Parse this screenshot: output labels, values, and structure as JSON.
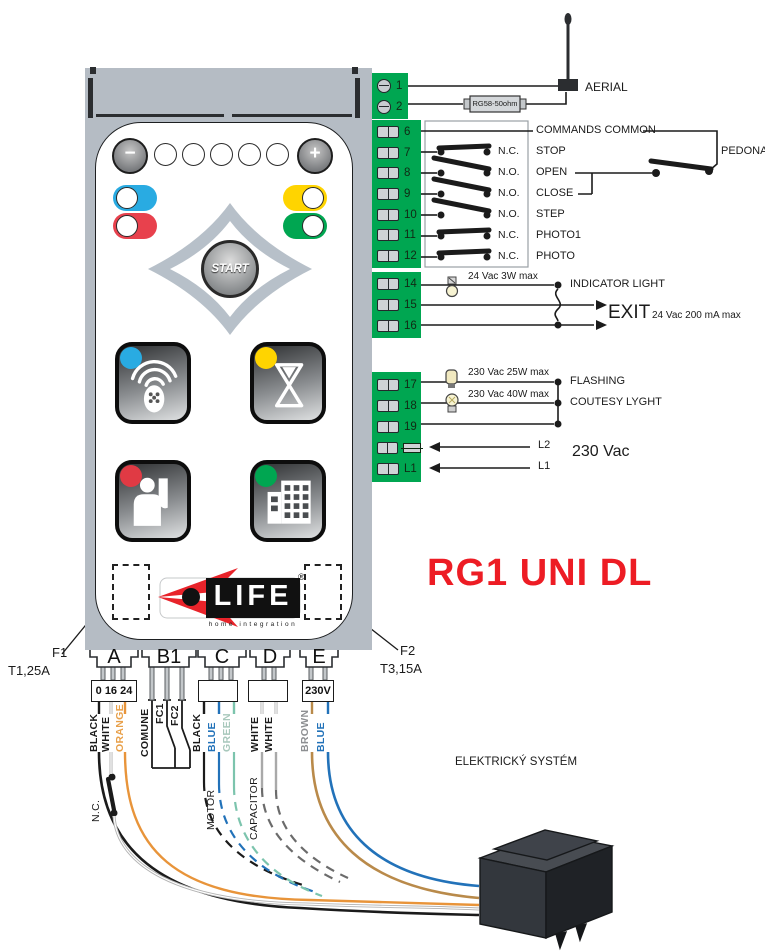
{
  "model_label": "RG1 UNI DL",
  "colors": {
    "terminal_green": "#00a651",
    "model_red": "#ed1c24",
    "body_gray": "#b5bcc4",
    "dot_blue": "#29abe2",
    "dot_yellow": "#ffd400",
    "dot_red": "#e03a44",
    "dot_green": "#00a651",
    "wire_orange": "#e8943a",
    "wire_blue": "#2272b9",
    "wire_green": "#7cc4ad",
    "wire_brown": "#b98a4a"
  },
  "aerial": {
    "label": "AERIAL",
    "cable": "RG58-50ohm",
    "terminals": [
      "1",
      "2"
    ]
  },
  "commands": {
    "terminals": [
      "6",
      "7",
      "8",
      "9",
      "10",
      "11",
      "12"
    ],
    "common_label": "COMMANDS COMMON",
    "pedonal_label": "PEDONAL",
    "rows": [
      {
        "contact": "N.C.",
        "label": "STOP"
      },
      {
        "contact": "N.O.",
        "label": "OPEN"
      },
      {
        "contact": "N.O.",
        "label": "CLOSE"
      },
      {
        "contact": "N.O.",
        "label": "STEP"
      },
      {
        "contact": "N.C.",
        "label": "PHOTO1"
      },
      {
        "contact": "N.C.",
        "label": "PHOTO"
      }
    ]
  },
  "exit_block": {
    "terminals": [
      "14",
      "15",
      "16"
    ],
    "indicator_rating": "24 Vac 3W max",
    "indicator_label": "INDICATOR LIGHT",
    "exit_label": "EXIT",
    "exit_rating": "24 Vac 200 mA max"
  },
  "power_block": {
    "terminals": [
      "17",
      "18",
      "19"
    ],
    "l1_terminal": "L1",
    "flashing_rating": "230 Vac 25W max",
    "flashing_label": "FLASHING",
    "courtesy_rating": "230 Vac 40W max",
    "courtesy_label": "COUTESY LYGHT",
    "l2_line": "L2",
    "l1_line": "L1",
    "mains_label": "230 Vac"
  },
  "controller": {
    "minus": "−",
    "plus": "+",
    "start_label": "START",
    "logo_brand": "LIFE",
    "logo_reg": "®",
    "logo_tagline": "home integration"
  },
  "fuses": {
    "f1": "F1",
    "f1_rating": "T1,25A",
    "f2": "F2",
    "f2_rating": "T3,15A"
  },
  "connectors": {
    "labels": [
      "A",
      "B1",
      "C",
      "D",
      "E"
    ],
    "a_box_label": "0 16 24",
    "e_box_label": "230V",
    "a_wires": [
      "BLACK",
      "WHITE",
      "ORANGE"
    ],
    "b1_wires": [
      "COMUNE",
      "FC1",
      "FC2"
    ],
    "c_wires": [
      "BLACK",
      "BLUE",
      "GREEN"
    ],
    "d_wires": [
      "WHITE",
      "WHITE"
    ],
    "e_wires": [
      "BROWN",
      "BLUE"
    ],
    "nc_label": "N.C.",
    "motor_label": "MOTOR",
    "capacitor_label": "CAPACITOR"
  },
  "system_label": "ELEKTRICKÝ SYSTÉM"
}
